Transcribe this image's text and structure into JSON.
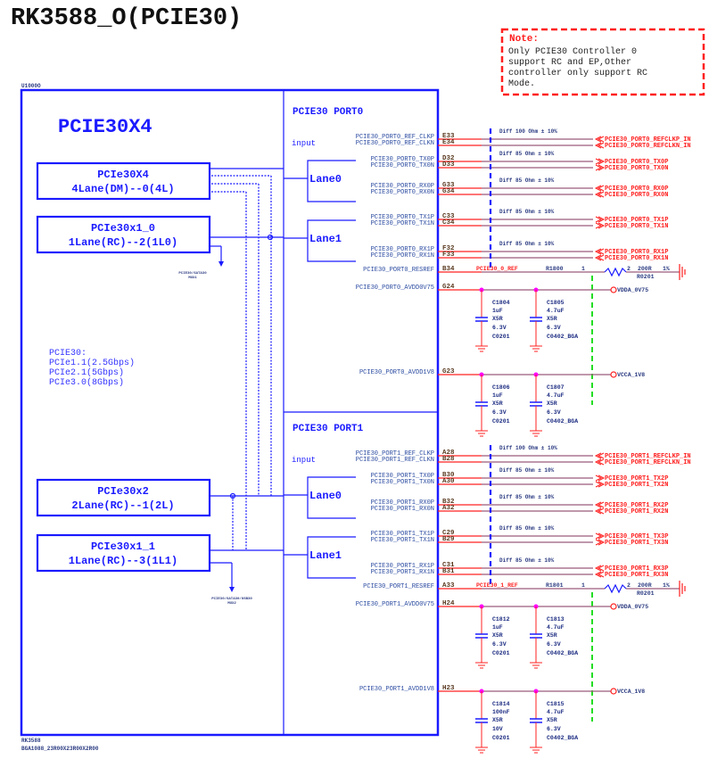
{
  "title": "RK3588_O(PCIE30)",
  "note": {
    "heading": "Note:",
    "lines": [
      "Only PCIE30 Controller 0",
      "support RC and EP,Other",
      "controller only support RC",
      "Mode."
    ]
  },
  "part": {
    "refdes": "U1000O",
    "name": "RK3588",
    "package": "BGA1088_23R00X23R00X2R00",
    "block_title": "PCIE30X4"
  },
  "controllers": [
    {
      "name": "PCIe30X4",
      "desc": "4Lane(DM)--0(4L)"
    },
    {
      "name": "PCIe30x1_0",
      "desc": "1Lane(RC)--2(1L0)"
    },
    {
      "name": "PCIe30x2",
      "desc": "2Lane(RC)--1(2L)"
    },
    {
      "name": "PCIe30x1_1",
      "desc": "1Lane(RC)--3(1L1)"
    }
  ],
  "mux_labels": [
    {
      "line1": "PCIE30/SATA30",
      "line2": "MUX1"
    },
    {
      "line1": "PCIE30/SATA30/USB30",
      "line2": "MUX2"
    }
  ],
  "speeds": {
    "heading": "PCIE30:",
    "lines": [
      "PCIe1.1(2.5Gbps)",
      "PCIe2.1(5Gbps)",
      "PCIe3.0(8Gbps)"
    ]
  },
  "ports": [
    {
      "title": "PCIE30  PORT0",
      "input_label": "input",
      "lanes": [
        "Lane0",
        "Lane1"
      ],
      "pins": [
        {
          "name": "PCIE30_PORT0_REF_CLKP",
          "ball": "E33",
          "net": "PCIE30_PORT0_REFCLKP_IN",
          "dir": "in"
        },
        {
          "name": "PCIE30_PORT0_REF_CLKN",
          "ball": "E34",
          "net": "PCIE30_PORT0_REFCLKN_IN",
          "dir": "in"
        },
        {
          "name": "PCIE30_PORT0_TX0P",
          "ball": "D32",
          "net": "PCIE30_PORT0_TX0P",
          "dir": "out"
        },
        {
          "name": "PCIE30_PORT0_TX0N",
          "ball": "D33",
          "net": "PCIE30_PORT0_TX0N",
          "dir": "out"
        },
        {
          "name": "PCIE30_PORT0_RX0P",
          "ball": "G33",
          "net": "PCIE30_PORT0_RX0P",
          "dir": "in"
        },
        {
          "name": "PCIE30_PORT0_RX0N",
          "ball": "G34",
          "net": "PCIE30_PORT0_RX0N",
          "dir": "in"
        },
        {
          "name": "PCIE30_PORT0_TX1P",
          "ball": "C33",
          "net": "PCIE30_PORT0_TX1P",
          "dir": "out"
        },
        {
          "name": "PCIE30_PORT0_TX1N",
          "ball": "C34",
          "net": "PCIE30_PORT0_TX1N",
          "dir": "out"
        },
        {
          "name": "PCIE30_PORT0_RX1P",
          "ball": "F32",
          "net": "PCIE30_PORT0_RX1P",
          "dir": "in"
        },
        {
          "name": "PCIE30_PORT0_RX1N",
          "ball": "F33",
          "net": "PCIE30_PORT0_RX1N",
          "dir": "in"
        }
      ],
      "diff_labels": [
        "Diff 100 Ohm ± 10%",
        "Diff 85 Ohm ± 10%",
        "Diff 85 Ohm ± 10%",
        "Diff 85 Ohm ± 10%",
        "Diff 85 Ohm ± 10%"
      ],
      "resref": {
        "pin": "PCIE30_PORT0_RESREF",
        "ball": "B34",
        "net": "PCIE30_0_REF",
        "res": "R1800",
        "pin1": "1",
        "pin2": "2",
        "value": "200R",
        "tol": "1%",
        "pkg": "R0201"
      },
      "avdd0v75": {
        "pin": "PCIE30_PORT0_AVDD0V75",
        "ball": "G24",
        "rail": "VDDA_0V75",
        "caps": [
          {
            "ref": "C1804",
            "value": "1uF",
            "diel": "X5R",
            "volt": "6.3V",
            "pkg": "C0201"
          },
          {
            "ref": "C1805",
            "value": "4.7uF",
            "diel": "X5R",
            "volt": "6.3V",
            "pkg": "C0402_BGA"
          }
        ]
      },
      "avdd1v8": {
        "pin": "PCIE30_PORT0_AVDD1V8",
        "ball": "G23",
        "rail": "VCCA_1V8",
        "caps": [
          {
            "ref": "C1806",
            "value": "1uF",
            "diel": "X5R",
            "volt": "6.3V",
            "pkg": "C0201"
          },
          {
            "ref": "C1807",
            "value": "4.7uF",
            "diel": "X5R",
            "volt": "6.3V",
            "pkg": "C0402_BGA"
          }
        ]
      }
    },
    {
      "title": "PCIE30  PORT1",
      "input_label": "input",
      "lanes": [
        "Lane0",
        "Lane1"
      ],
      "pins": [
        {
          "name": "PCIE30_PORT1_REF_CLKP",
          "ball": "A28",
          "net": "PCIE30_PORT1_REFCLKP_IN",
          "dir": "in"
        },
        {
          "name": "PCIE30_PORT1_REF_CLKN",
          "ball": "B28",
          "net": "PCIE30_PORT1_REFCLKN_IN",
          "dir": "in"
        },
        {
          "name": "PCIE30_PORT1_TX0P",
          "ball": "B30",
          "net": "PCIE30_PORT1_TX2P",
          "dir": "out"
        },
        {
          "name": "PCIE30_PORT1_TX0N",
          "ball": "A30",
          "net": "PCIE30_PORT1_TX2N",
          "dir": "out"
        },
        {
          "name": "PCIE30_PORT1_RX0P",
          "ball": "B32",
          "net": "PCIE30_PORT1_RX2P",
          "dir": "in"
        },
        {
          "name": "PCIE30_PORT1_RX0N",
          "ball": "A32",
          "net": "PCIE30_PORT1_RX2N",
          "dir": "in"
        },
        {
          "name": "PCIE30_PORT1_TX1P",
          "ball": "C29",
          "net": "PCIE30_PORT1_TX3P",
          "dir": "out"
        },
        {
          "name": "PCIE30_PORT1_TX1N",
          "ball": "B29",
          "net": "PCIE30_PORT1_TX3N",
          "dir": "out"
        },
        {
          "name": "PCIE30_PORT1_RX1P",
          "ball": "C31",
          "net": "PCIE30_PORT1_RX3P",
          "dir": "in"
        },
        {
          "name": "PCIE30_PORT1_RX1N",
          "ball": "B31",
          "net": "PCIE30_PORT1_RX3N",
          "dir": "in"
        }
      ],
      "diff_labels": [
        "Diff 100 Ohm ± 10%",
        "Diff 85 Ohm ± 10%",
        "Diff 85 Ohm ± 10%",
        "Diff 85 Ohm ± 10%",
        "Diff 85 Ohm ± 10%"
      ],
      "resref": {
        "pin": "PCIE30_PORT1_RESREF",
        "ball": "A33",
        "net": "PCIE30_1_REF",
        "res": "R1801",
        "pin1": "1",
        "pin2": "2",
        "value": "200R",
        "tol": "1%",
        "pkg": "R0201"
      },
      "avdd0v75": {
        "pin": "PCIE30_PORT1_AVDD0V75",
        "ball": "H24",
        "rail": "VDDA_0V75",
        "caps": [
          {
            "ref": "C1812",
            "value": "1uF",
            "diel": "X5R",
            "volt": "6.3V",
            "pkg": "C0201"
          },
          {
            "ref": "C1813",
            "value": "4.7uF",
            "diel": "X5R",
            "volt": "6.3V",
            "pkg": "C0402_BGA"
          }
        ]
      },
      "avdd1v8": {
        "pin": "PCIE30_PORT1_AVDD1V8",
        "ball": "H23",
        "rail": "VCCA_1V8",
        "caps": [
          {
            "ref": "C1814",
            "value": "100nF",
            "diel": "X5R",
            "volt": "10V",
            "pkg": "C0201"
          },
          {
            "ref": "C1815",
            "value": "4.7uF",
            "diel": "X5R",
            "volt": "6.3V",
            "pkg": "C0402_BGA"
          }
        ]
      }
    }
  ],
  "colors": {
    "symbol_blue": "#1a1aff",
    "wire_maroon": "#9b5a7a",
    "pin_red": "#ff2020",
    "junction_magenta": "#ff00ff",
    "keepout_green": "#22dd22"
  }
}
